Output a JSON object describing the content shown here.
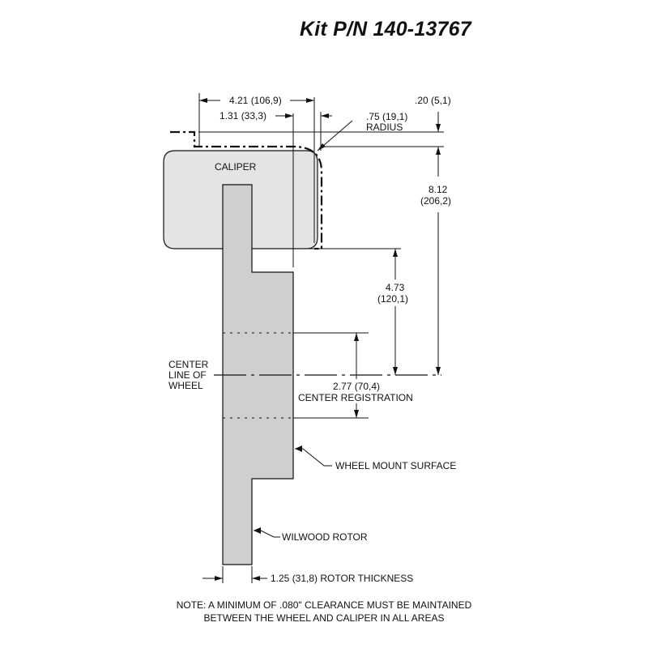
{
  "title": "Kit P/N 140-13767",
  "labels": {
    "caliper": "CALIPER",
    "center_line": [
      "CENTER",
      "LINE OF",
      "WHEEL"
    ],
    "wheel_mount_surface": "WHEEL MOUNT SURFACE",
    "wilwood_rotor": "WILWOOD ROTOR"
  },
  "dimensions": {
    "width_421": "4.21 (106,9)",
    "width_131": "1.31 (33,3)",
    "radius_value": ".75 (19,1)",
    "radius_label": "RADIUS",
    "clearance_020": ".20 (5,1)",
    "height_812": "8.12",
    "height_812_mm": "(206,2)",
    "height_473": "4.73",
    "height_473_mm": "(120,1)",
    "center_reg_value": "2.77 (70,4)",
    "center_reg_label": "CENTER REGISTRATION",
    "rotor_thickness": "1.25 (31,8) ROTOR THICKNESS"
  },
  "note": [
    "NOTE: A MINIMUM OF .080\" CLEARANCE MUST BE MAINTAINED",
    "BETWEEN THE WHEEL AND CALIPER IN ALL AREAS"
  ],
  "colors": {
    "part_fill": "#cfcfcf",
    "caliper_fill": "#e4e4e4",
    "line": "#111111"
  }
}
